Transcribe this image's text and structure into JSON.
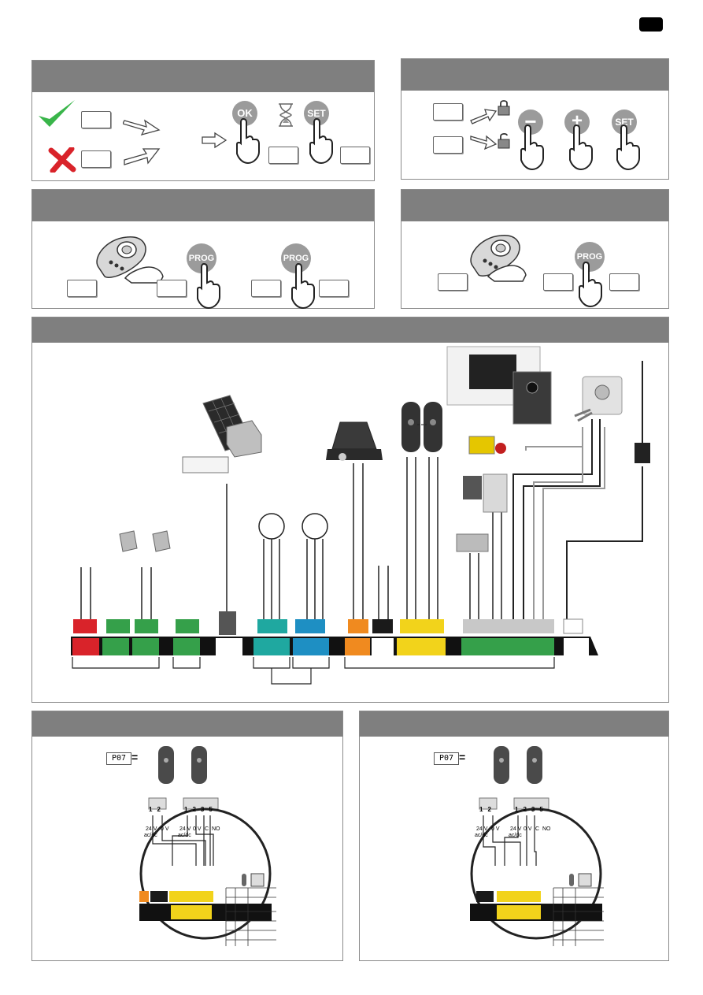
{
  "buttons": {
    "ok": "OK",
    "set": "SET",
    "prog": "PROG",
    "minus": "−",
    "plus": "+"
  },
  "display_code": "P07",
  "equals": "=",
  "terminals": {
    "v24": "24 V",
    "acdc": "ac/dc",
    "v0": "0 V",
    "c": "C",
    "no": "NO",
    "nums_left": [
      "1",
      "2"
    ],
    "nums_right": [
      "1",
      "2",
      "3",
      "5"
    ]
  },
  "colors": {
    "red": "#d9232a",
    "green": "#35a04a",
    "teal": "#1fa8a0",
    "blue": "#1e8fc3",
    "orange": "#f08a1f",
    "yellow": "#f2d31b",
    "grey": "#7f7f7f",
    "black": "#1a1a1a"
  }
}
